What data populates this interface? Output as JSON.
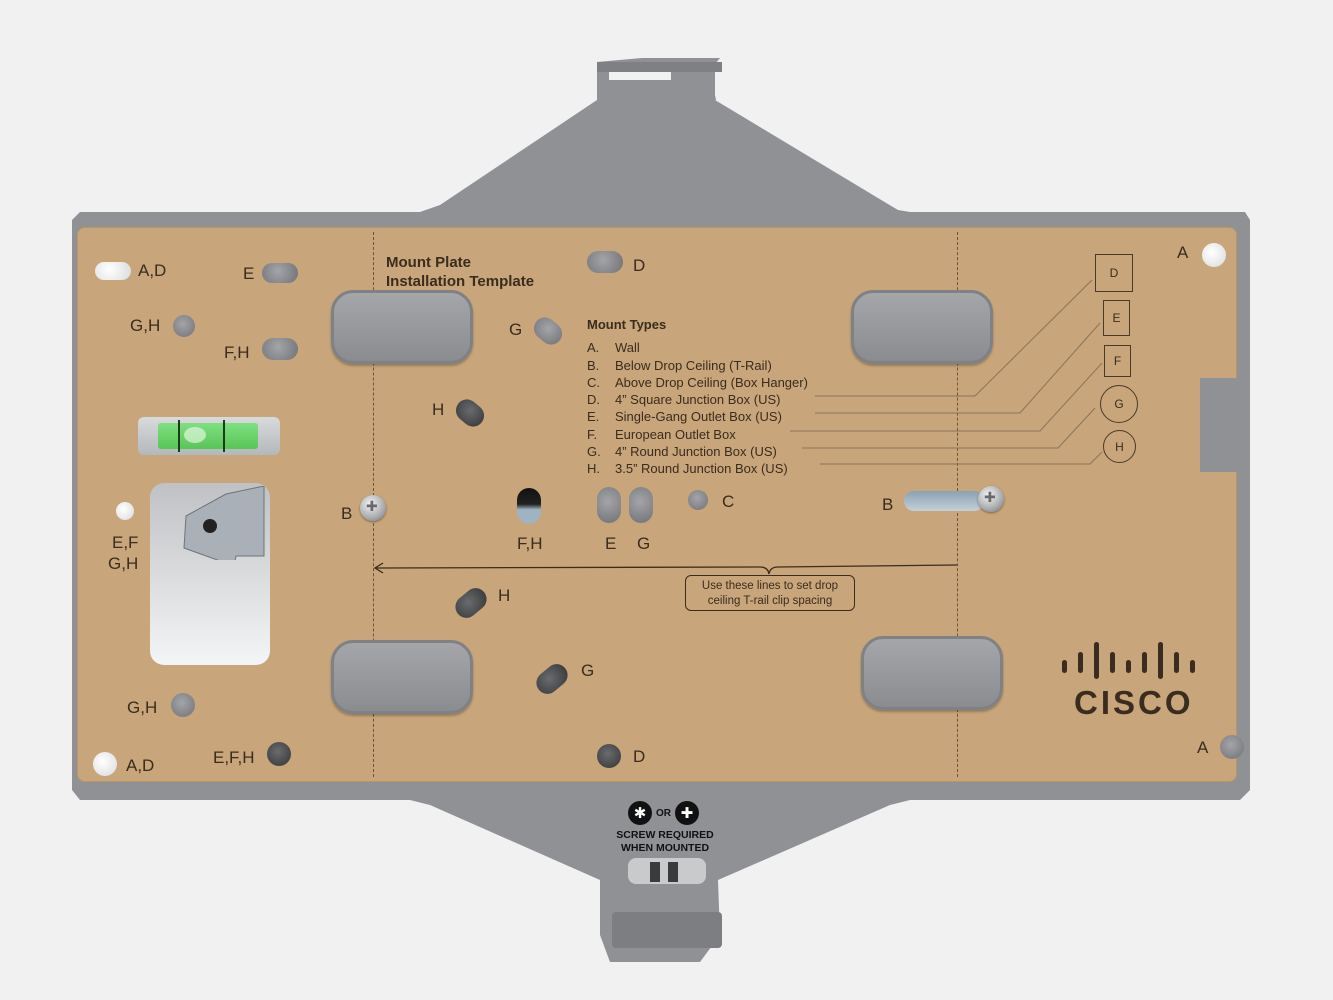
{
  "photo": {
    "subject": "Cisco access point mount plate with installation template",
    "background_color": "#f1f1f2",
    "plate_color": "#8f9194",
    "template_color": "#c8a57a",
    "ink_color": "#3a2c1e"
  },
  "template": {
    "title_line1": "Mount Plate",
    "title_line2": "Installation Template",
    "mount_types_heading": "Mount Types",
    "mount_types": [
      {
        "key": "A.",
        "label": "Wall"
      },
      {
        "key": "B.",
        "label": "Below Drop Ceiling (T-Rail)"
      },
      {
        "key": "C.",
        "label": "Above Drop Ceiling (Box Hanger)"
      },
      {
        "key": "D.",
        "label": "4” Square Junction Box (US)"
      },
      {
        "key": "E.",
        "label": "Single-Gang Outlet Box (US)"
      },
      {
        "key": "F.",
        "label": "European Outlet Box"
      },
      {
        "key": "G.",
        "label": "4” Round Junction Box (US)"
      },
      {
        "key": "H.",
        "label": "3.5” Round Junction Box (US)"
      }
    ],
    "box_icons": [
      "D",
      "E",
      "F",
      "G",
      "H"
    ],
    "tline_note_line1": "Use these lines to set drop",
    "tline_note_line2": "ceiling T-rail clip spacing",
    "brand": "CISCO",
    "hole_labels": {
      "top_left_ad": "A,D",
      "top_left_e": "E",
      "left_gh": "G,H",
      "left_fh": "F,H",
      "top_d": "D",
      "g_upper": "G",
      "h_upper": "H",
      "left_efgh_1": "E,F",
      "left_efgh_2": "G,H",
      "b_left": "B",
      "fh_center": "F,H",
      "e_center": "E",
      "g_center": "G",
      "c_center": "C",
      "b_right": "B",
      "h_lower": "H",
      "g_lower": "G",
      "bottom_left_gh": "G,H",
      "bottom_left_ad": "A,D",
      "bottom_efh": "E,F,H",
      "bottom_d": "D",
      "top_right_a": "A",
      "bottom_right_a": "A"
    }
  },
  "plate": {
    "screw_or": "OR",
    "screw_note_line1": "SCREW REQUIRED",
    "screw_note_line2": "WHEN MOUNTED"
  }
}
